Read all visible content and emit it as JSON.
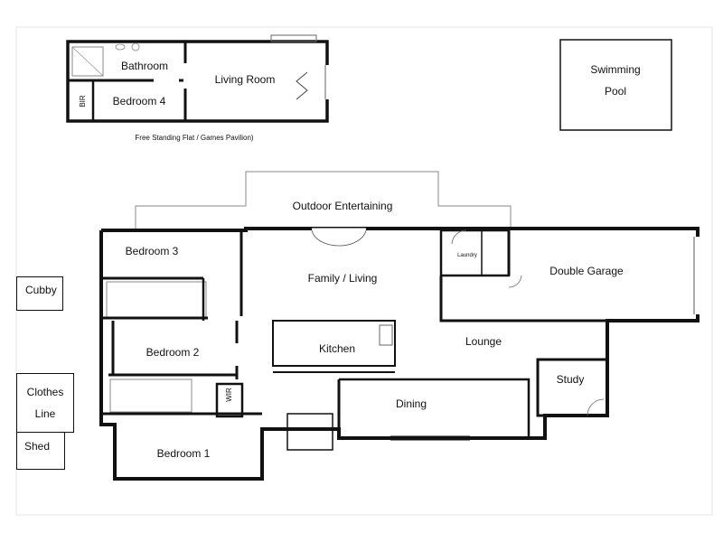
{
  "flat": {
    "caption": "Free Standing Flat / Games Pavilion)",
    "rooms": {
      "bathroom": "Bathroom",
      "bedroom4": "Bedroom 4",
      "bir": "BIR",
      "living": "Living Room"
    }
  },
  "pool": {
    "line1": "Swimming",
    "line2": "Pool"
  },
  "house": {
    "outdoor": "Outdoor Entertaining",
    "bedroom3": "Bedroom 3",
    "family": "Family / Living",
    "laundry": "Laundry",
    "garage": "Double Garage",
    "bedroom2": "Bedroom 2",
    "kitchen": "Kitchen",
    "lounge": "Lounge",
    "study": "Study",
    "wir": "WIR",
    "dining": "Dining",
    "bedroom1": "Bedroom 1"
  },
  "outbuildings": {
    "cubby": "Cubby",
    "clothes_line1": "Clothes",
    "clothes_line2": "Line",
    "shed": "Shed"
  }
}
